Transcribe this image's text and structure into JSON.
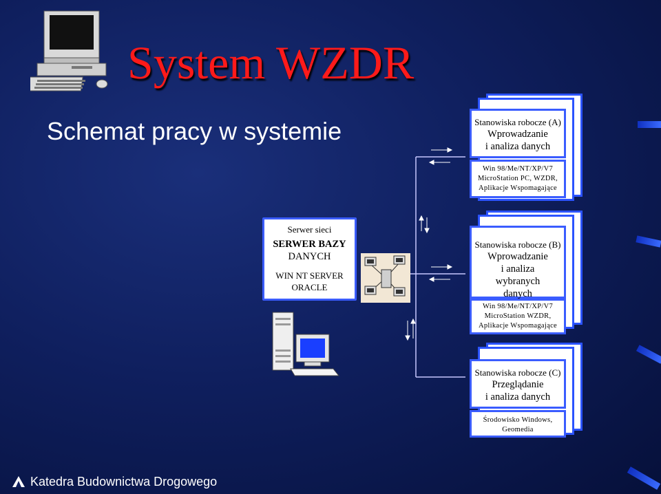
{
  "slide": {
    "title": "System WZDR",
    "subtitle": "Schemat pracy w systemie",
    "footer": "Katedra Budownictwa Drogowego"
  },
  "server": {
    "label": "Serwer sieci",
    "name_line1": "SERWER BAZY",
    "name_line2": "DANYCH",
    "os_line1": "WIN NT SERVER",
    "os_line2": "ORACLE"
  },
  "station_a": {
    "title": "Stanowiska robocze (A)",
    "task_line1": "Wprowadzanie",
    "task_line2": "i analiza danych",
    "sw_line1": "Win 98/Me/NT/XP/V7",
    "sw_line2": "MicroStation PC, WZDR,",
    "sw_line3": "Aplikacje  Wspomagające"
  },
  "station_b": {
    "title": "Stanowiska robocze (B)",
    "task_line1": "Wprowadzanie",
    "task_line2": "i analiza",
    "task_line3": "wybranych",
    "task_line4": "danych",
    "sw_line1": "Win 98/Me/NT/XP/V7",
    "sw_line2": "MicroStation  WZDR,",
    "sw_line3": "Aplikacje  Wspomagające"
  },
  "station_c": {
    "title": "Stanowiska robocze (C)",
    "task_line1": "Przeglądanie",
    "task_line2": "i analiza danych",
    "sw_line1": "Środowisko Windows,",
    "sw_line2": "Geomedia"
  },
  "icons": {
    "computer": "desktop-computer-icon",
    "network": "network-icon",
    "server": "server-tower-icon",
    "logo": "logo-icon"
  }
}
